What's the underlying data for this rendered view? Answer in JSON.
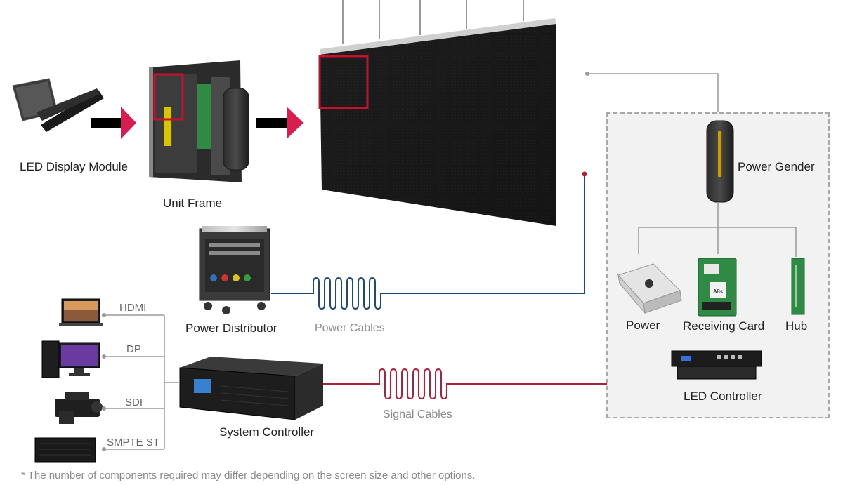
{
  "labels": {
    "led_module": "LED Display Module",
    "unit_frame": "Unit Frame",
    "power_gender": "Power Gender",
    "power_distributor": "Power Distributor",
    "power_cables": "Power Cables",
    "signal_cables": "Signal Cables",
    "system_controller": "System Controller",
    "power": "Power",
    "receiving_card": "Receiving Card",
    "hub": "Hub",
    "led_controller": "LED Controller",
    "hdmi": "HDMI",
    "dp": "DP",
    "sdi": "SDI",
    "smpte": "SMPTE ST"
  },
  "receiving_card_text": "A8s",
  "footnote": "* The number of components required may differ depending on the screen size and other options.",
  "colors": {
    "accent_red": "#c8102e",
    "arrow_pink": "#d81e50",
    "power_cable": "#1f4a73",
    "signal_cable": "#b0203a",
    "connector_grey": "#9a9a9a",
    "dashed_border": "#a8a8a8",
    "box_fill": "#f2f2f2"
  },
  "icons": [
    "led-module-icon",
    "unit-frame-icon",
    "led-wall-icon",
    "power-gender-icon",
    "power-distributor-icon",
    "system-controller-icon",
    "power-supply-icon",
    "receiving-card-icon",
    "hub-icon",
    "led-controller-icon",
    "monitor-icon",
    "desktop-pc-icon",
    "camcorder-icon",
    "smpte-device-icon"
  ]
}
